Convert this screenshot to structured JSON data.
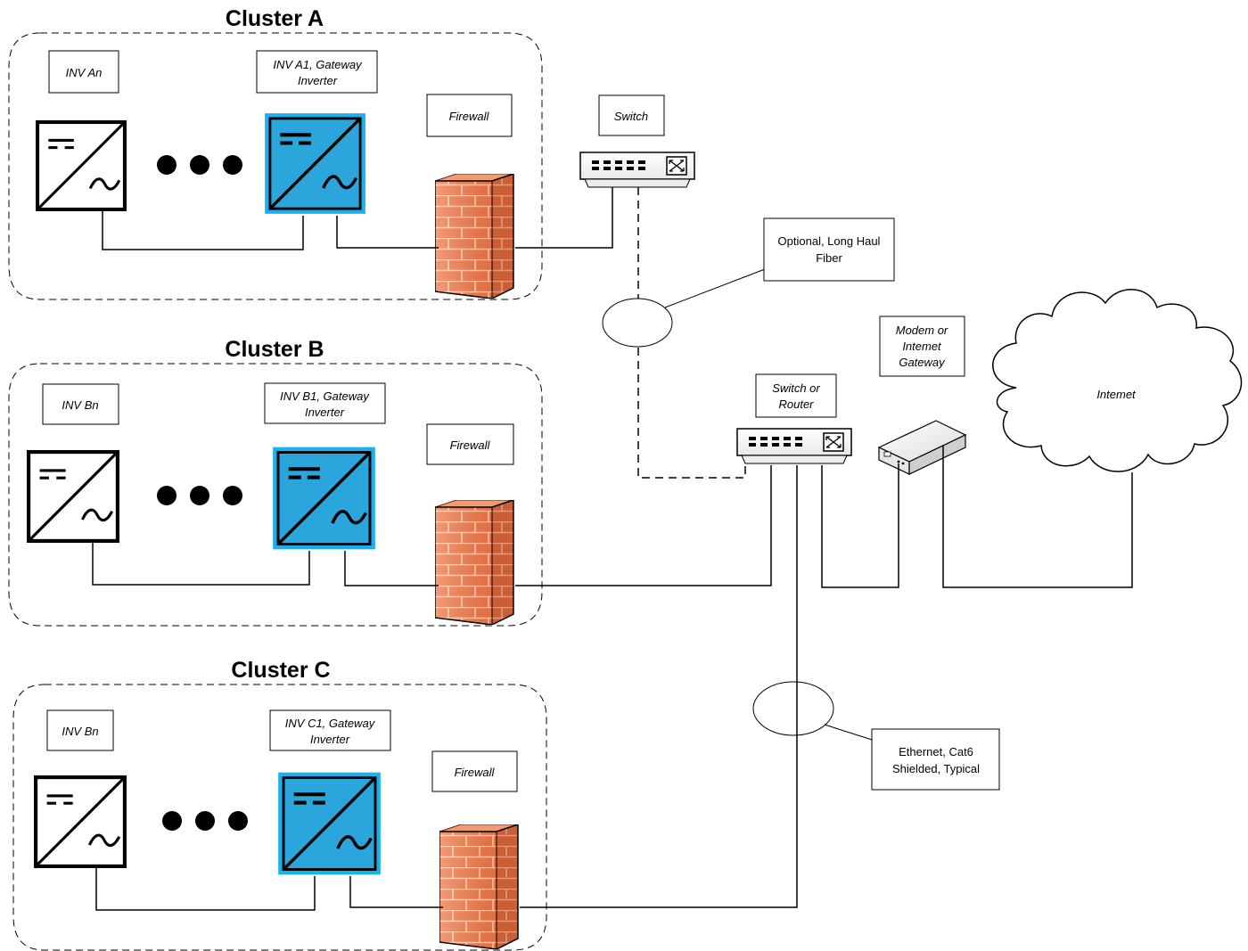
{
  "clusters": [
    {
      "title": "Cluster A",
      "inv_n_label": "INV An",
      "gateway_label": [
        "INV A1, Gateway",
        "Inverter"
      ],
      "firewall_label": "Firewall"
    },
    {
      "title": "Cluster B",
      "inv_n_label": "INV Bn",
      "gateway_label": [
        "INV B1, Gateway",
        "Inverter"
      ],
      "firewall_label": "Firewall"
    },
    {
      "title": "Cluster C",
      "inv_n_label": "INV Bn",
      "gateway_label": [
        "INV C1, Gateway",
        "Inverter"
      ],
      "firewall_label": "Firewall"
    }
  ],
  "switch_label": "Switch",
  "router_label": [
    "Switch or",
    "Router"
  ],
  "modem_label": [
    "Modem or",
    "Intemet",
    "Gateway"
  ],
  "internet_label": "Intemet",
  "fiber_callout": [
    "Optional, Long Haul",
    "Fiber"
  ],
  "ethernet_callout": [
    "Ethernet, Cat6",
    "Shielded, Typical"
  ],
  "colors": {
    "gateway_inverter_fill": "#2aa6dc",
    "gateway_inverter_border": "#1ab0ee",
    "firewall_brick": "#f07a4a",
    "firewall_mortar": "#ffd9c4",
    "firewall_side": "#c9502a"
  },
  "icons": {
    "inverter": "dc-ac-inverter-icon",
    "firewall": "brick-firewall-icon",
    "switch": "network-switch-icon",
    "modem": "modem-icon",
    "cloud": "internet-cloud-icon"
  }
}
